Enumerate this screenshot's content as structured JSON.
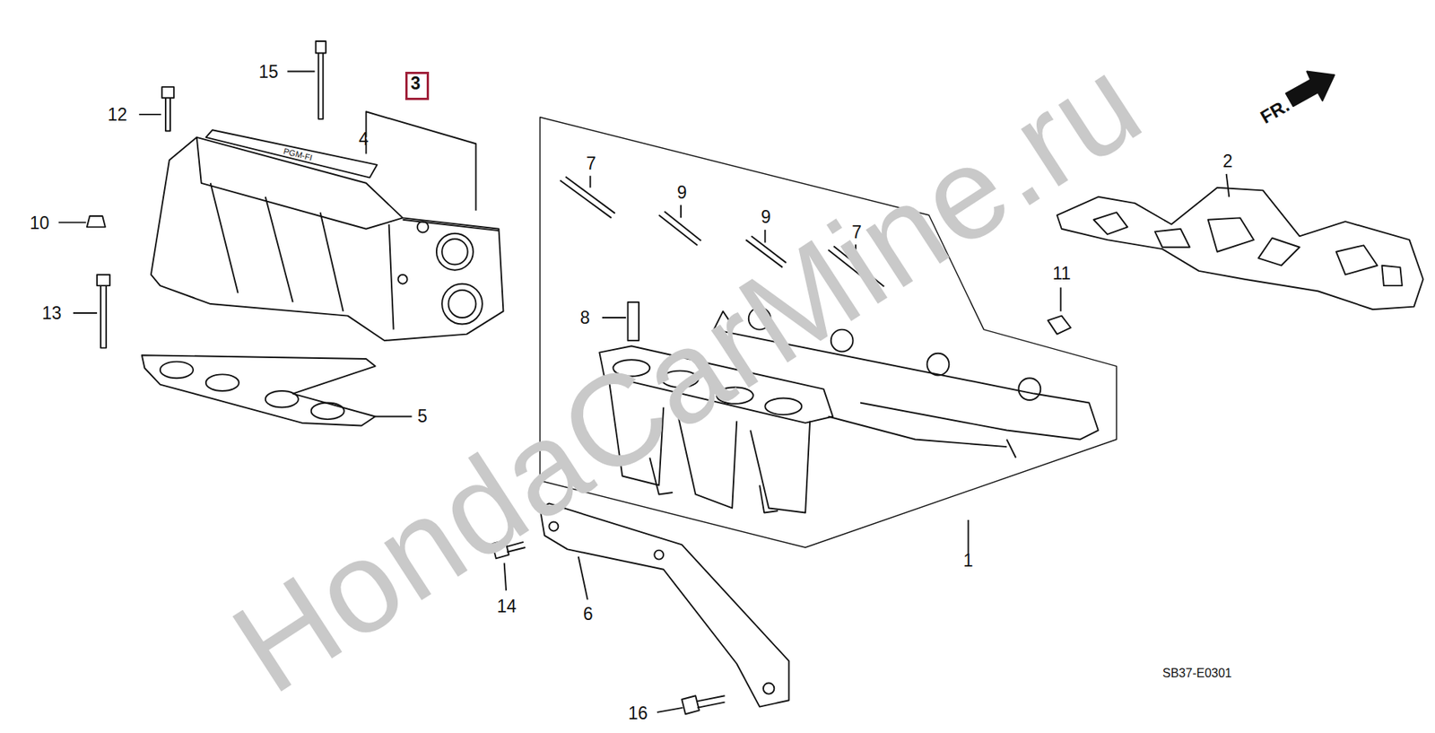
{
  "diagram": {
    "nodes": [
      {
        "text": [
          "3"
        ]
      }
    ],
    "labels": [
      "15",
      "12",
      "4",
      "10",
      "13",
      "5",
      "7",
      "9",
      "9",
      "7",
      "8",
      "11",
      "2",
      "1",
      "14",
      "6",
      "16",
      "PGM-FI",
      "FR.",
      "SB37-E0301",
      "HondaCarMine.ru"
    ]
  }
}
